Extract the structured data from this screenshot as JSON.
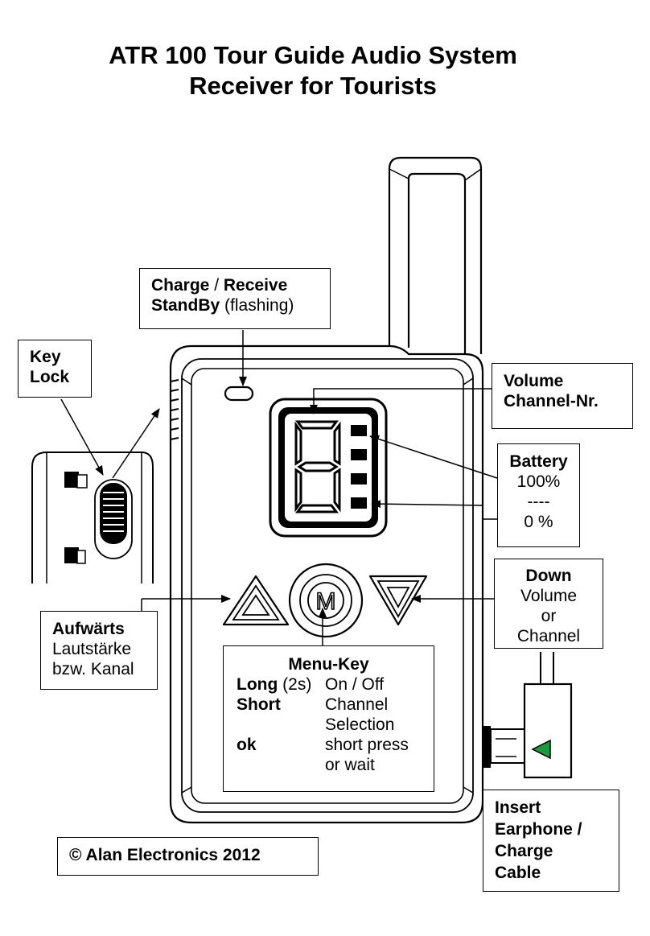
{
  "title": {
    "line1": "ATR 100  Tour Guide Audio System",
    "line2": "Receiver for Tourists"
  },
  "display": {
    "digit": "8",
    "battery_bars": 4
  },
  "labels": {
    "charge": {
      "bold": "Charge",
      "sep": " / ",
      "bold2": "Receive",
      "bold3": "StandBy",
      "normal": " (flashing)"
    },
    "keylock": {
      "line1": "Key",
      "line2": "Lock"
    },
    "volume": {
      "line1": "Volume",
      "line2": "Channel-Nr."
    },
    "battery": {
      "title": "Battery",
      "full": "100%",
      "sep": "----",
      "empty": "0 %"
    },
    "down": {
      "title": "Down",
      "line1": "Volume",
      "line2": "or",
      "line3": "Channel"
    },
    "aufwaerts": {
      "title": "Aufwärts",
      "line1": "Lautstärke",
      "line2": "bzw. Kanal"
    },
    "menu": {
      "title": "Menu-Key",
      "rows": [
        {
          "key": "Long",
          "key_extra": " (2s)",
          "value": "On / Off"
        },
        {
          "key": "Short",
          "key_extra": "",
          "value": "Channel Selection"
        },
        {
          "key": "ok",
          "key_extra": "",
          "value": "short press or wait"
        }
      ]
    },
    "insert": {
      "line1": "Insert",
      "line2": "Earphone /",
      "line3": "Charge",
      "line4": "Cable"
    },
    "copyright": "© Alan Electronics 2012"
  },
  "buttons": {
    "menu_glyph": "M"
  },
  "icons": [
    "up-arrow-icon",
    "down-arrow-icon",
    "menu-m-icon",
    "led-icon",
    "lock-icon",
    "unlock-icon",
    "plug-icon"
  ]
}
